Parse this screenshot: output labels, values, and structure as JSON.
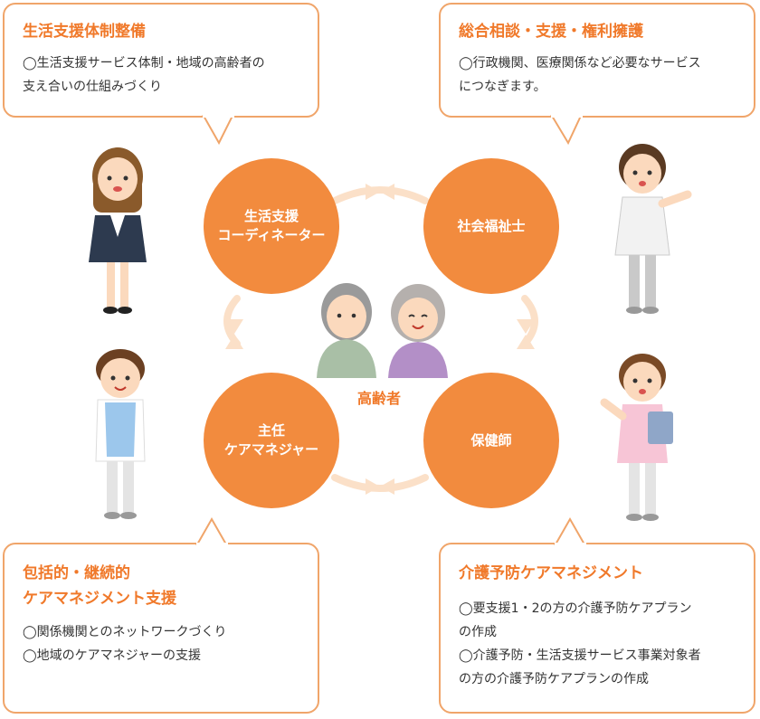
{
  "boxes": {
    "top_left": {
      "title": "生活支援体制整備",
      "lines": [
        "◯生活支援サービス体制・地域の高齢者の",
        "支え合いの仕組みづくり"
      ]
    },
    "top_right": {
      "title": "総合相談・支援・権利擁護",
      "lines": [
        "◯行政機関、医療関係など必要なサービス",
        "につなぎます。"
      ]
    },
    "bottom_left": {
      "title_lines": [
        "包括的・継続的",
        "ケアマネジメント支援"
      ],
      "lines": [
        "◯関係機関とのネットワークづくり",
        "◯地域のケアマネジャーの支援"
      ]
    },
    "bottom_right": {
      "title": "介護予防ケアマネジメント",
      "lines": [
        "◯要支援1・2の方の介護予防ケアプラン",
        "の作成",
        "◯介護予防・生活支援サービス事業対象者",
        "の方の介護予防ケアプランの作成"
      ]
    }
  },
  "roles": {
    "top_left": [
      "生活支援",
      "コーディネーター"
    ],
    "top_right": [
      "社会福祉士"
    ],
    "bottom_left": [
      "主任",
      "ケアマネジャー"
    ],
    "bottom_right": [
      "保健師"
    ]
  },
  "center": {
    "label": "高齢者"
  },
  "colors": {
    "accent": "#f28b3e",
    "title": "#f0792a",
    "border": "#f0a56a",
    "arrow": "#fbe0c8"
  }
}
